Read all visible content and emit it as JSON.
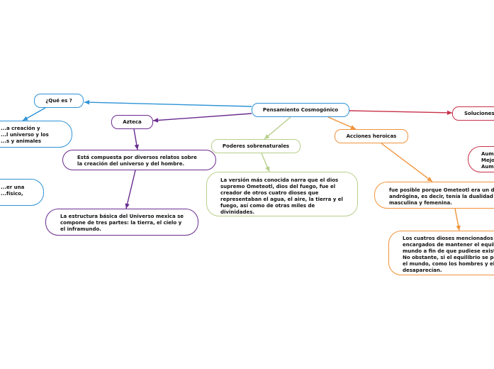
{
  "root": "Pensamiento Cosmogónico",
  "que_es": {
    "label": "¿Qué es ?",
    "desc1": "...a creación y\n...l universo y los\n...s y animales",
    "desc2": "...er una\n...físico,"
  },
  "azteca": {
    "label": "Azteca",
    "desc1": "Está compuesta por diversos relatos sobre\nla creación del universo y del hombre.",
    "desc2": "La estructura básica del Universo mexica se\ncompone de tres partes: la tierra, el cielo y\nel inframundo."
  },
  "poderes": {
    "label": "Poderes sobrenaturales",
    "desc": "La versión más conocida narra que el dios\nsupremo Ometeotl, dios del fuego, fue el\ncreador de otros cuatro dioses que\nrepresentaban el agua, el aire, la tierra y el\nfuego, así como de otras miles de\ndivinidades."
  },
  "acciones": {
    "label": "Acciones heroicas",
    "desc1": "fue posible porque Ometeotl era un di...\nandrógina, es decir, tenía la dualidad ...\nmasculina y femenina.",
    "desc2": "Los cuatros dioses mencionados ...\nencargados de mantener el equili...\nmundo a fin de que pudiese exist...\nNo obstante, si el equilibrio se pe...\nel mundo, como los hombres y el...\ndesaparecían."
  },
  "soluciones": {
    "label": "Soluciones",
    "desc": "Aum...\nMejo...\nAum..."
  },
  "colors": {
    "blue": "#2e93d6",
    "purple": "#6a2c8f",
    "olive": "#b8cf8c",
    "orange": "#f0933a",
    "crimson": "#c8304a"
  }
}
